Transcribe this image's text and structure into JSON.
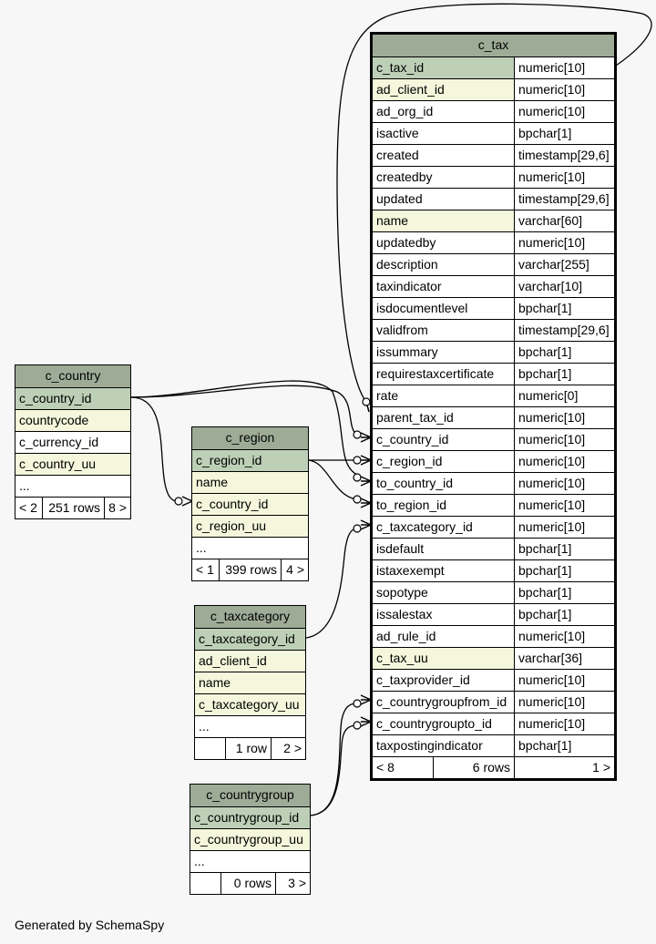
{
  "c_tax": {
    "title": "c_tax",
    "columns": [
      {
        "name": "c_tax_id",
        "type": "numeric[10]",
        "kind": "pk"
      },
      {
        "name": "ad_client_id",
        "type": "numeric[10]",
        "kind": "fk"
      },
      {
        "name": "ad_org_id",
        "type": "numeric[10]",
        "kind": ""
      },
      {
        "name": "isactive",
        "type": "bpchar[1]",
        "kind": ""
      },
      {
        "name": "created",
        "type": "timestamp[29,6]",
        "kind": ""
      },
      {
        "name": "createdby",
        "type": "numeric[10]",
        "kind": ""
      },
      {
        "name": "updated",
        "type": "timestamp[29,6]",
        "kind": ""
      },
      {
        "name": "name",
        "type": "varchar[60]",
        "kind": "fk"
      },
      {
        "name": "updatedby",
        "type": "numeric[10]",
        "kind": ""
      },
      {
        "name": "description",
        "type": "varchar[255]",
        "kind": ""
      },
      {
        "name": "taxindicator",
        "type": "varchar[10]",
        "kind": ""
      },
      {
        "name": "isdocumentlevel",
        "type": "bpchar[1]",
        "kind": ""
      },
      {
        "name": "validfrom",
        "type": "timestamp[29,6]",
        "kind": ""
      },
      {
        "name": "issummary",
        "type": "bpchar[1]",
        "kind": ""
      },
      {
        "name": "requirestaxcertificate",
        "type": "bpchar[1]",
        "kind": ""
      },
      {
        "name": "rate",
        "type": "numeric[0]",
        "kind": ""
      },
      {
        "name": "parent_tax_id",
        "type": "numeric[10]",
        "kind": ""
      },
      {
        "name": "c_country_id",
        "type": "numeric[10]",
        "kind": ""
      },
      {
        "name": "c_region_id",
        "type": "numeric[10]",
        "kind": ""
      },
      {
        "name": "to_country_id",
        "type": "numeric[10]",
        "kind": ""
      },
      {
        "name": "to_region_id",
        "type": "numeric[10]",
        "kind": ""
      },
      {
        "name": "c_taxcategory_id",
        "type": "numeric[10]",
        "kind": ""
      },
      {
        "name": "isdefault",
        "type": "bpchar[1]",
        "kind": ""
      },
      {
        "name": "istaxexempt",
        "type": "bpchar[1]",
        "kind": ""
      },
      {
        "name": "sopotype",
        "type": "bpchar[1]",
        "kind": ""
      },
      {
        "name": "issalestax",
        "type": "bpchar[1]",
        "kind": ""
      },
      {
        "name": "ad_rule_id",
        "type": "numeric[10]",
        "kind": ""
      },
      {
        "name": "c_tax_uu",
        "type": "varchar[36]",
        "kind": "fk"
      },
      {
        "name": "c_taxprovider_id",
        "type": "numeric[10]",
        "kind": ""
      },
      {
        "name": "c_countrygroupfrom_id",
        "type": "numeric[10]",
        "kind": ""
      },
      {
        "name": "c_countrygroupto_id",
        "type": "numeric[10]",
        "kind": ""
      },
      {
        "name": "taxpostingindicator",
        "type": "bpchar[1]",
        "kind": ""
      }
    ],
    "footer": {
      "left": "< 8",
      "mid": "6 rows",
      "right": "1 >"
    }
  },
  "c_country": {
    "title": "c_country",
    "columns": [
      {
        "name": "c_country_id",
        "kind": "pk"
      },
      {
        "name": "countrycode",
        "kind": "fk"
      },
      {
        "name": "c_currency_id",
        "kind": ""
      },
      {
        "name": "c_country_uu",
        "kind": "fk"
      },
      {
        "name": "...",
        "kind": ""
      }
    ],
    "footer": {
      "left": "< 2",
      "mid": "251 rows",
      "right": "8 >"
    }
  },
  "c_region": {
    "title": "c_region",
    "columns": [
      {
        "name": "c_region_id",
        "kind": "pk"
      },
      {
        "name": "name",
        "kind": "fk"
      },
      {
        "name": "c_country_id",
        "kind": "fk"
      },
      {
        "name": "c_region_uu",
        "kind": "fk"
      },
      {
        "name": "...",
        "kind": ""
      }
    ],
    "footer": {
      "left": "< 1",
      "mid": "399 rows",
      "right": "4 >"
    }
  },
  "c_taxcategory": {
    "title": "c_taxcategory",
    "columns": [
      {
        "name": "c_taxcategory_id",
        "kind": "pk"
      },
      {
        "name": "ad_client_id",
        "kind": "fk"
      },
      {
        "name": "name",
        "kind": "fk"
      },
      {
        "name": "c_taxcategory_uu",
        "kind": "fk"
      },
      {
        "name": "...",
        "kind": ""
      }
    ],
    "footer": {
      "left": "",
      "mid": "1 row",
      "right": "2 >"
    }
  },
  "c_countrygroup": {
    "title": "c_countrygroup",
    "columns": [
      {
        "name": "c_countrygroup_id",
        "kind": "pk"
      },
      {
        "name": "c_countrygroup_uu",
        "kind": "fk"
      },
      {
        "name": "...",
        "kind": ""
      }
    ],
    "footer": {
      "left": "",
      "mid": "0 rows",
      "right": "3 >"
    }
  },
  "relationships": [
    {
      "from": "c_tax.parent_tax_id",
      "to": "c_tax.c_tax_id"
    },
    {
      "from": "c_tax.c_country_id",
      "to": "c_country.c_country_id"
    },
    {
      "from": "c_tax.to_country_id",
      "to": "c_country.c_country_id"
    },
    {
      "from": "c_region.c_country_id",
      "to": "c_country.c_country_id"
    },
    {
      "from": "c_tax.c_region_id",
      "to": "c_region.c_region_id"
    },
    {
      "from": "c_tax.to_region_id",
      "to": "c_region.c_region_id"
    },
    {
      "from": "c_tax.c_taxcategory_id",
      "to": "c_taxcategory.c_taxcategory_id"
    },
    {
      "from": "c_tax.c_countrygroupfrom_id",
      "to": "c_countrygroup.c_countrygroup_id"
    },
    {
      "from": "c_tax.c_countrygroupto_id",
      "to": "c_countrygroup.c_countrygroup_id"
    }
  ],
  "credit": "Generated by SchemaSpy"
}
